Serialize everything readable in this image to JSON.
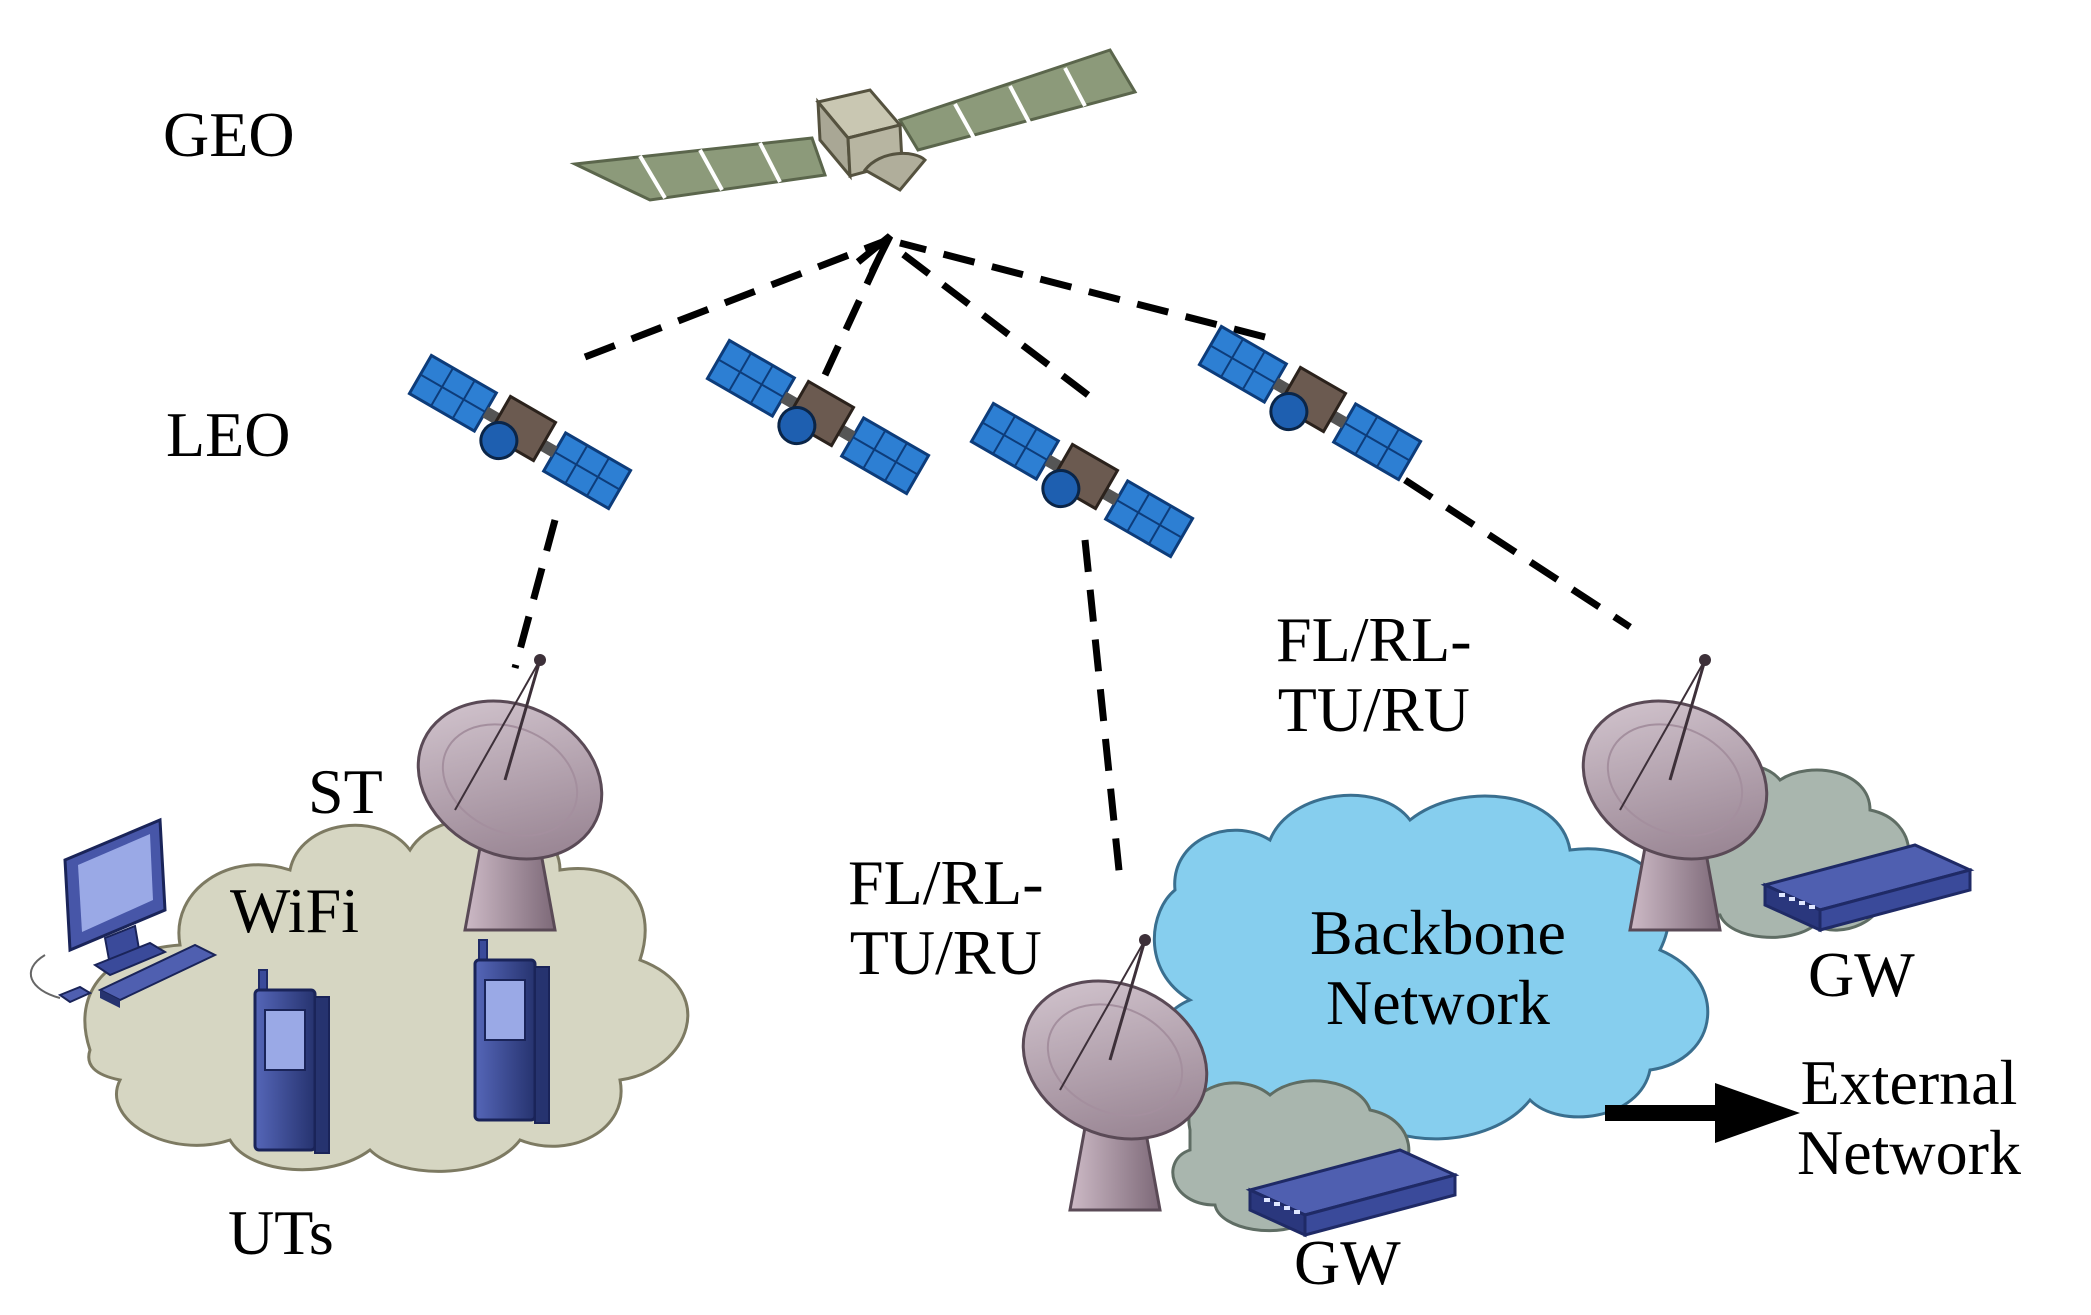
{
  "labels": {
    "geo": "GEO",
    "leo": "LEO",
    "st": "ST",
    "wifi": "WiFi",
    "uts": "UTs",
    "fl_mid_line1": "FL/RL-",
    "fl_mid_line2": "TU/RU",
    "fl_right_line1": "FL/RL-",
    "fl_right_line2": "TU/RU",
    "backbone_line1": "Backbone",
    "backbone_line2": "Network",
    "gw_right": "GW",
    "gw_bottom": "GW",
    "external_line1": "External",
    "external_line2": "Network"
  },
  "colors": {
    "geo_panel": "#8c9a7a",
    "leo_panel": "#2d7fd3",
    "wifi_cloud": "#d6d6c2",
    "backbone_cloud": "#86ceee",
    "gateway_cloud": "#a9b6ae",
    "dish": "#b9a6b3",
    "device": "#3a4a9a"
  }
}
